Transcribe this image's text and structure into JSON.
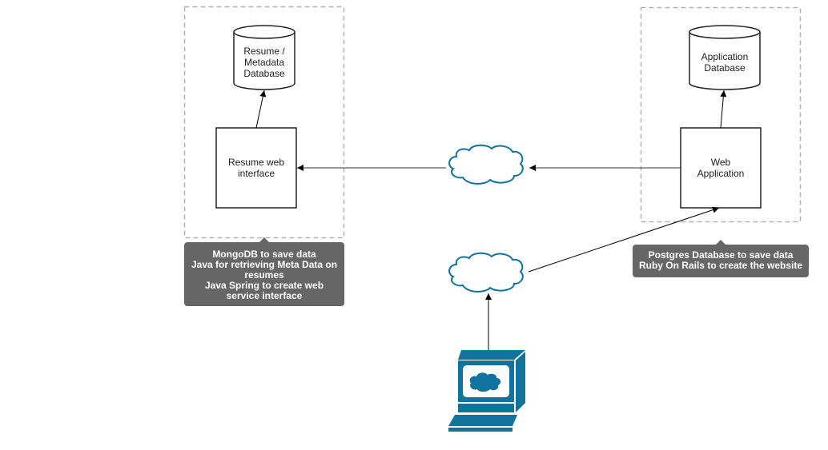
{
  "nodes": {
    "resume_db": {
      "lines": [
        "Resume /",
        "Metadata",
        "Database"
      ]
    },
    "resume_web": {
      "lines": [
        "Resume web",
        "interface"
      ]
    },
    "app_db": {
      "lines": [
        "Application",
        "Database"
      ]
    },
    "web_app": {
      "lines": [
        "Web",
        "Application"
      ]
    }
  },
  "notes": {
    "left": {
      "lines": [
        "MongoDB to save data",
        "Java for retrieving Meta Data on",
        "resumes",
        "Java Spring to create web",
        "service interface"
      ]
    },
    "right": {
      "lines": [
        "Postgres Database to save data",
        "Ruby On Rails to create the website"
      ]
    }
  },
  "colors": {
    "cloud_stroke": "#10739e",
    "computer_fill": "#10739e",
    "note_bg": "#666666",
    "group_border": "#b3b3b3"
  }
}
